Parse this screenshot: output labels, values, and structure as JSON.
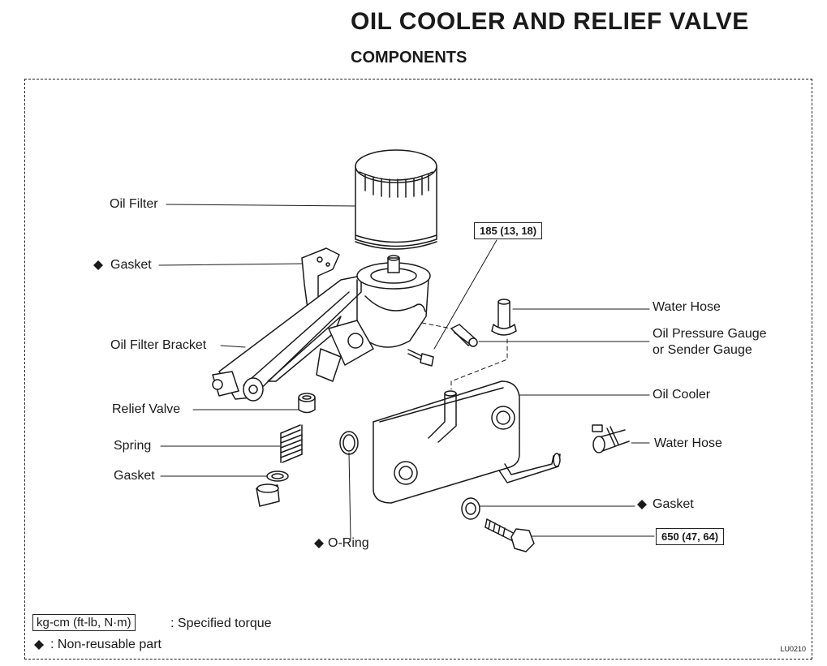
{
  "header": {
    "title": "OIL COOLER AND RELIEF VALVE",
    "subtitle": "COMPONENTS"
  },
  "labels": {
    "oil_filter": "Oil Filter",
    "gasket_bracket": "Gasket",
    "oil_filter_bracket": "Oil Filter Bracket",
    "relief_valve": "Relief Valve",
    "spring": "Spring",
    "gasket_plug": "Gasket",
    "o_ring": "O-Ring",
    "water_hose_top": "Water Hose",
    "oil_pressure_gauge": "Oil Pressure Gauge",
    "sender_gauge": "or Sender Gauge",
    "oil_cooler": "Oil Cooler",
    "water_hose_right": "Water Hose",
    "gasket_union": "Gasket"
  },
  "torques": {
    "sender": "185 (13, 18)",
    "union_bolt": "650 (47, 64)"
  },
  "legend": {
    "torque_box": "kg-cm (ft-lb, N·m)",
    "torque_desc": ": Specified torque",
    "nonreusable": ": Non-reusable part"
  },
  "figure_code": "LU0210",
  "icons": {
    "non_reusable_marker": "diamond-icon"
  }
}
